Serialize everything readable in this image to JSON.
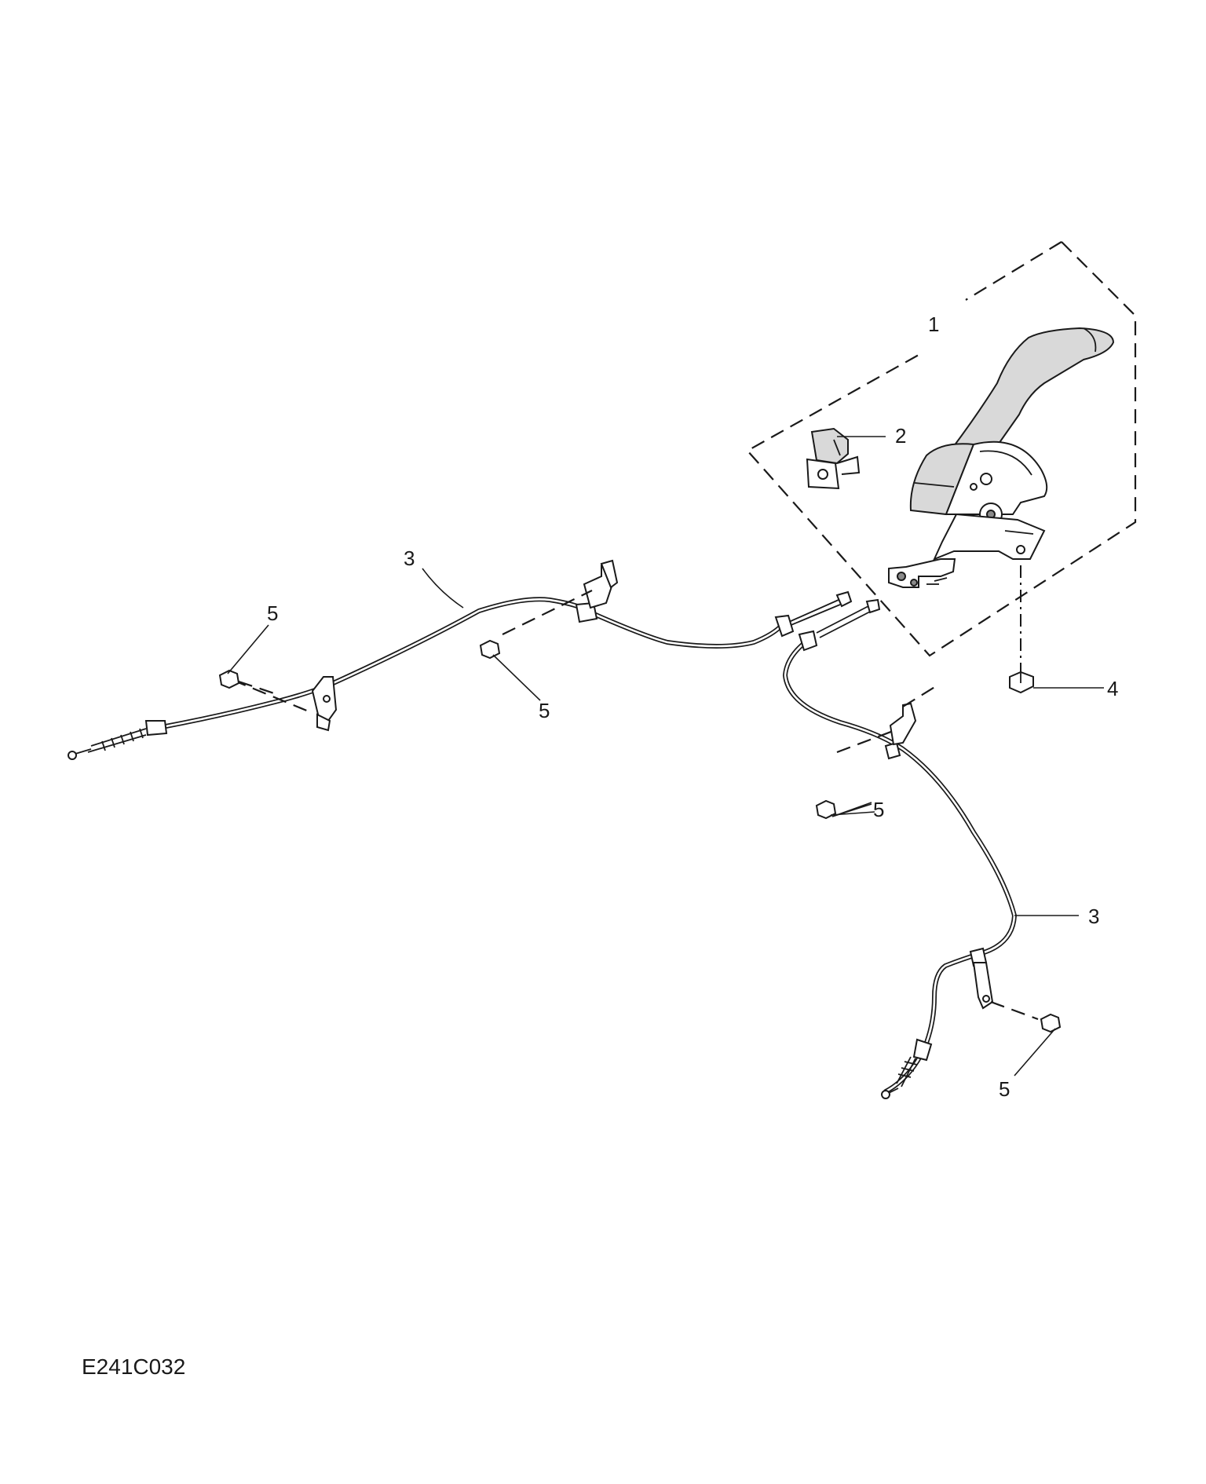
{
  "callouts": {
    "c1": "1",
    "c2": "2",
    "c3a": "3",
    "c3b": "3",
    "c4": "4",
    "c5a": "5",
    "c5b": "5",
    "c5c": "5",
    "c5d": "5"
  },
  "figure_code": "E241C032"
}
